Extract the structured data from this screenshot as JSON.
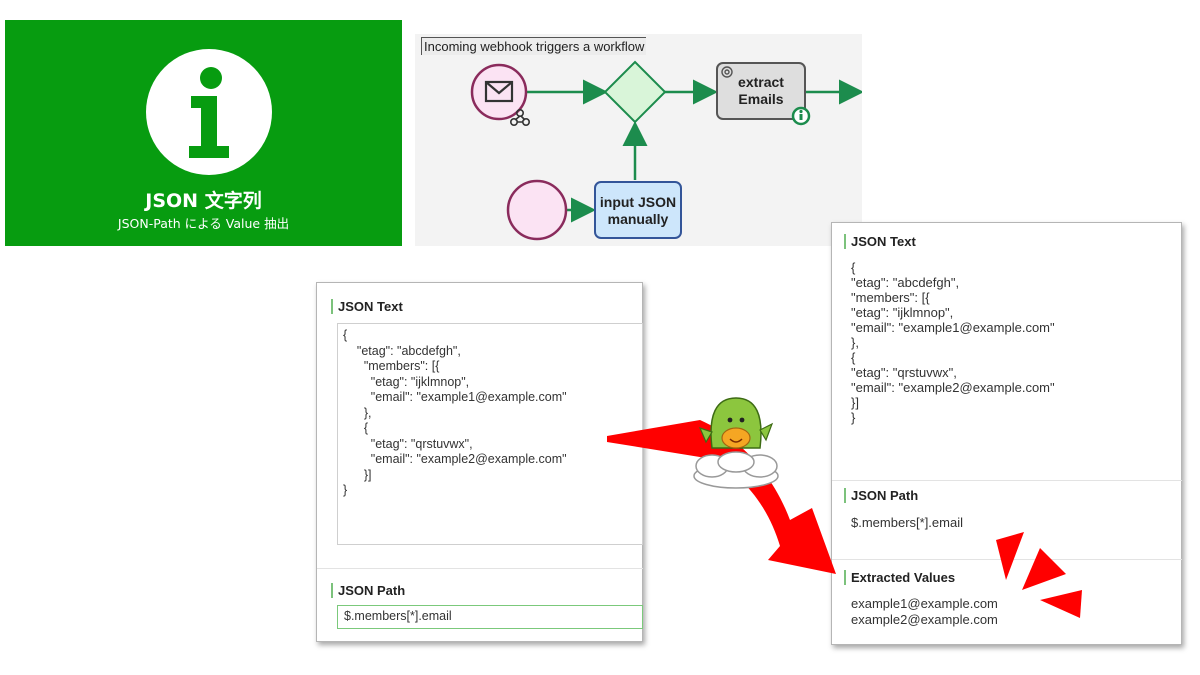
{
  "banner": {
    "title": "JSON 文字列",
    "subtitle": "JSON-Path による Value 抽出",
    "bg_color": "#079c10",
    "icon": "info-icon"
  },
  "diagram": {
    "label": "Incoming webhook triggers a workflow",
    "tasks": {
      "extract": [
        "extract",
        "Emails"
      ],
      "input": [
        "input JSON",
        "manually"
      ]
    },
    "icons": [
      "envelope-icon",
      "webhook-icon",
      "gear-icon",
      "info-icon"
    ],
    "colors": {
      "flow": "#1c8c4d",
      "event_fill": "#fbe3f3",
      "event_stroke": "#8a2b5c",
      "gateway_fill": "#d9f5d9",
      "task_fill": "#dedede",
      "input_task_fill": "#cde6fb"
    }
  },
  "left_panel": {
    "json_text_header": "JSON Text",
    "json_text": "{\n    \"etag\": \"abcdefgh\",\n      \"members\": [{\n        \"etag\": \"ijklmnop\",\n        \"email\": \"example1@example.com\"\n      },\n      {\n        \"etag\": \"qrstuvwx\",\n        \"email\": \"example2@example.com\"\n      }]\n}",
    "json_path_header": "JSON Path",
    "json_path_value": "$.members[*].email"
  },
  "right_panel": {
    "json_text_header": "JSON Text",
    "json_text": "{\n\"etag\": \"abcdefgh\",\n\"members\": [{\n\"etag\": \"ijklmnop\",\n\"email\": \"example1@example.com\"\n},\n{\n\"etag\": \"qrstuvwx\",\n\"email\": \"example2@example.com\"\n}]\n}",
    "json_path_header": "JSON Path",
    "json_path_value": "$.members[*].email",
    "extracted_header": "Extracted Values",
    "extracted_values": [
      "example1@example.com",
      "example2@example.com"
    ]
  },
  "decorations": {
    "arrow_color": "#ff0000",
    "mascot": "mascot-character-icon"
  }
}
